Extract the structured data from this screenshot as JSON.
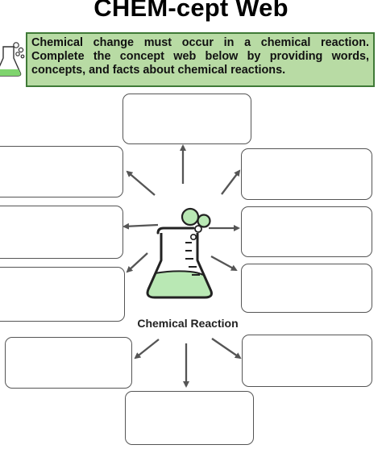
{
  "title": "CHEM-cept Web",
  "instructions": "Chemical change must occur in a chemical reaction. Complete the concept web below by providing words, concepts, and facts about chemical reactions.",
  "center_label": "Chemical Reaction",
  "colors": {
    "instruction_fill": "#b8dba4",
    "instruction_border": "#3f7a37",
    "flask_liquid": "#b9e8b4",
    "arrow": "#555555"
  },
  "icons": [
    "flask-icon",
    "small-flask-icon"
  ]
}
